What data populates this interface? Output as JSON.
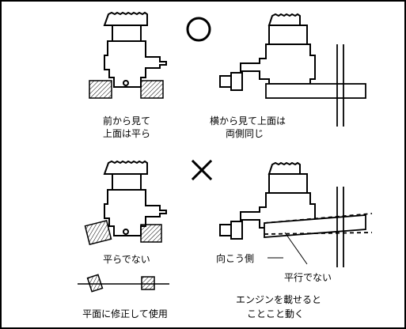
{
  "symbols": {
    "good": "○",
    "bad": "×"
  },
  "labels": {
    "front_top": "前から見て",
    "front_bottom": "上面は平ら",
    "side_top": "横から見て上面は",
    "side_bottom": "両側同じ",
    "not_flat": "平らでない",
    "fix_use": "平面に修正して使用",
    "far_side": "向こう側",
    "not_parallel": "平行でない",
    "mount_top": "エンジンを載せると",
    "mount_bottom": "ことこと動く"
  },
  "colors": {
    "line": "#000000",
    "hatch": "#000000",
    "background": "#ffffff"
  }
}
